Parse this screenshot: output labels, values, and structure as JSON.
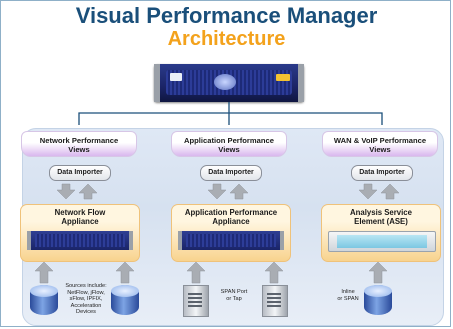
{
  "title": "Visual Performance Manager",
  "subtitle": "Architecture",
  "colors": {
    "title": "#1a4f7a",
    "subtitle": "#f3a21c",
    "connector": "#1a4f7a",
    "arrow": "#a9adb3"
  },
  "columns": [
    {
      "view_line1": "Network Performance",
      "view_line2": "Views",
      "importer": "Data Importer",
      "appliance_line1": "Network Flow",
      "appliance_line2": "Appliance",
      "source_text": [
        "Sources include:",
        "NetFlow, jFlow,",
        "sFlow, IPFIX,",
        "Acceleration",
        "Devices"
      ]
    },
    {
      "view_line1": "Application Performance",
      "view_line2": "Views",
      "importer": "Data Importer",
      "appliance_line1": "Application Performance",
      "appliance_line2": "Appliance",
      "source_text": [
        "SPAN Port",
        "or Tap"
      ]
    },
    {
      "view_line1": "WAN & VoIP Performance",
      "view_line2": "Views",
      "importer": "Data Importer",
      "appliance_line1": "Analysis Service",
      "appliance_line2": "Element (ASE)",
      "source_text": [
        "Inline",
        "or SPAN"
      ]
    }
  ]
}
